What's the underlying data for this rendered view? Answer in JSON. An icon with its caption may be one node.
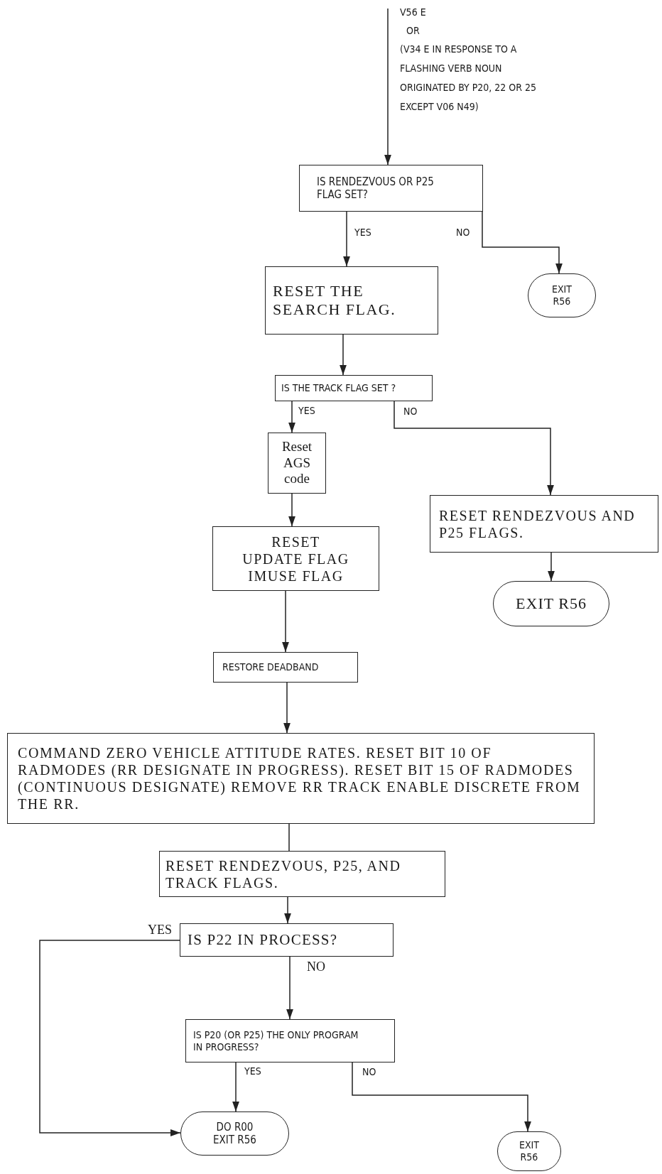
{
  "diagram": {
    "nodes": [
      {
        "text": [
          "IS RENDEZVOUS OR P25 FLAG SET?"
        ]
      },
      {
        "text": [
          "EXIT R56"
        ]
      },
      {
        "text": [
          "RESET THE SEARCH FLAG."
        ]
      },
      {
        "text": [
          "IS THE TRACK FLAG SET ?"
        ]
      },
      {
        "text": [
          "Reset AGS code"
        ]
      },
      {
        "text": [
          "RESET RENDEZVOUS AND P25 FLAGS."
        ]
      },
      {
        "text": [
          "RESET UPDATE FLAG IMUSE FLAG"
        ]
      },
      {
        "text": [
          "EXIT R56"
        ]
      },
      {
        "text": [
          "RESTORE DEADBAND"
        ]
      },
      {
        "text": [
          "COMMAND ZERO VEHICLE ATTITUDE RATES. RESET BIT 10 OF RADMODES (RR DESIGNATE IN PROGRESS). RESET BIT 15 OF RADMODES (CONTINUOUS DESIGNATE) REMOVE RR TRACK ENABLE DISCRETE FROM THE RR."
        ]
      },
      {
        "text": [
          "RESET RENDEZVOUS, P25, AND TRACK FLAGS."
        ]
      },
      {
        "text": [
          "IS P22 IN PROCESS?"
        ]
      },
      {
        "text": [
          "IS P20 (OR P25) THE ONLY PROGRAM IN PROGRESS?"
        ]
      },
      {
        "text": [
          "DO R00 EXIT R56"
        ]
      },
      {
        "text": [
          "EXIT R56"
        ]
      }
    ],
    "edges": [
      {
        "from": null,
        "to": 0,
        "arrow": "to"
      },
      {
        "from": 0,
        "to": 2,
        "arrow": "to",
        "label": "YES"
      },
      {
        "from": 0,
        "to": 1,
        "arrow": "to",
        "label": "NO"
      },
      {
        "from": 2,
        "to": 3,
        "arrow": "to"
      },
      {
        "from": 3,
        "to": 4,
        "arrow": "to",
        "label": "YES"
      },
      {
        "from": 3,
        "to": 5,
        "arrow": "to",
        "label": "NO"
      },
      {
        "from": 4,
        "to": 6,
        "arrow": "to"
      },
      {
        "from": 5,
        "to": 7,
        "arrow": "to"
      },
      {
        "from": 6,
        "to": 8,
        "arrow": "to"
      },
      {
        "from": 8,
        "to": 9,
        "arrow": "to"
      },
      {
        "from": 9,
        "to": 10,
        "arrow": "none"
      },
      {
        "from": 10,
        "to": 11,
        "arrow": "to"
      },
      {
        "from": 11,
        "to": 13,
        "arrow": "to",
        "label": "YES"
      },
      {
        "from": 11,
        "to": 12,
        "arrow": "to",
        "label": "NO"
      },
      {
        "from": 12,
        "to": 13,
        "arrow": "to",
        "label": "YES"
      },
      {
        "from": 12,
        "to": 14,
        "arrow": "to",
        "label": "NO"
      }
    ],
    "labels": [
      "V56 E",
      "OR",
      "(V34 E IN RESPONSE TO A FLASHING VERB NOUN ORIGINATED BY P20, 22 OR 25 EXCEPT V06 N49)"
    ]
  }
}
